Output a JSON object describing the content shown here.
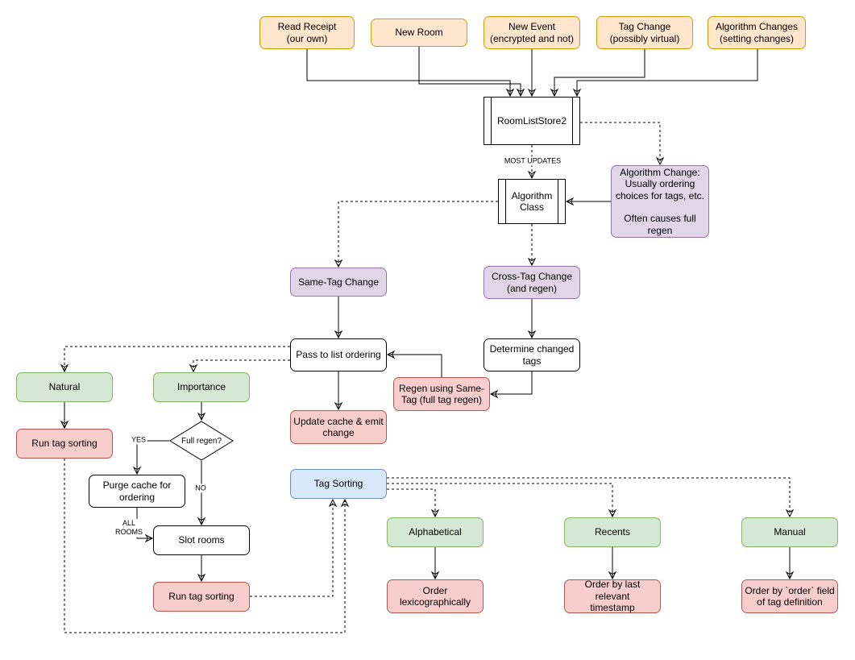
{
  "diagram": {
    "colors": {
      "orange": {
        "fill": "#ffe6cc",
        "stroke": "#d79b00"
      },
      "purple": {
        "fill": "#e1d5e7",
        "stroke": "#9673a6"
      },
      "green": {
        "fill": "#d5e8d4",
        "stroke": "#82b366"
      },
      "red": {
        "fill": "#f8cecc",
        "stroke": "#b85450"
      },
      "blue": {
        "fill": "#dae8fc",
        "stroke": "#6c8ebf"
      },
      "white": {
        "fill": "#ffffff",
        "stroke": "#000000"
      }
    },
    "nodes": {
      "read_receipt": {
        "label": "Read Receipt\n(our own)"
      },
      "new_room": {
        "label": "New Room"
      },
      "new_event": {
        "label": "New Event\n(encrypted and not)"
      },
      "tag_change": {
        "label": "Tag Change\n(possibly virtual)"
      },
      "algorithm_changes": {
        "label": "Algorithm Changes\n(setting changes)"
      },
      "room_list_store2": {
        "label": "RoomListStore2"
      },
      "algorithm_class": {
        "label": "Algorithm\nClass"
      },
      "algorithm_change_note": {
        "label": "Algorithm Change:\nUsually ordering\nchoices for tags, etc.\n\nOften causes full\nregen"
      },
      "same_tag_change": {
        "label": "Same-Tag Change"
      },
      "cross_tag_change": {
        "label": "Cross-Tag Change\n(and regen)"
      },
      "pass_to_list_ordering": {
        "label": "Pass to list ordering"
      },
      "determine_changed_tags": {
        "label": "Determine changed\ntags"
      },
      "regen_same_tag": {
        "label": "Regen using Same-\nTag (full tag regen)"
      },
      "update_cache": {
        "label": "Update cache & emit\nchange"
      },
      "natural": {
        "label": "Natural"
      },
      "importance": {
        "label": "Importance"
      },
      "run_tag_sorting_left": {
        "label": "Run tag sorting"
      },
      "full_regen": {
        "label": "Full regen?"
      },
      "purge_cache": {
        "label": "Purge cache for\nordering"
      },
      "slot_rooms": {
        "label": "Slot rooms"
      },
      "run_tag_sorting_mid": {
        "label": "Run tag sorting"
      },
      "tag_sorting": {
        "label": "Tag Sorting"
      },
      "alphabetical": {
        "label": "Alphabetical"
      },
      "recents": {
        "label": "Recents"
      },
      "manual": {
        "label": "Manual"
      },
      "order_lexicographically": {
        "label": "Order\nlexicographically"
      },
      "order_by_timestamp": {
        "label": "Order by last relevant\ntimestamp"
      },
      "order_by_order_field": {
        "label": "Order by `order` field\nof tag definition"
      }
    },
    "edge_labels": {
      "most_updates": "MOST UPDATES",
      "yes": "YES",
      "no": "NO",
      "all_rooms": "ALL\nROOMS"
    }
  }
}
